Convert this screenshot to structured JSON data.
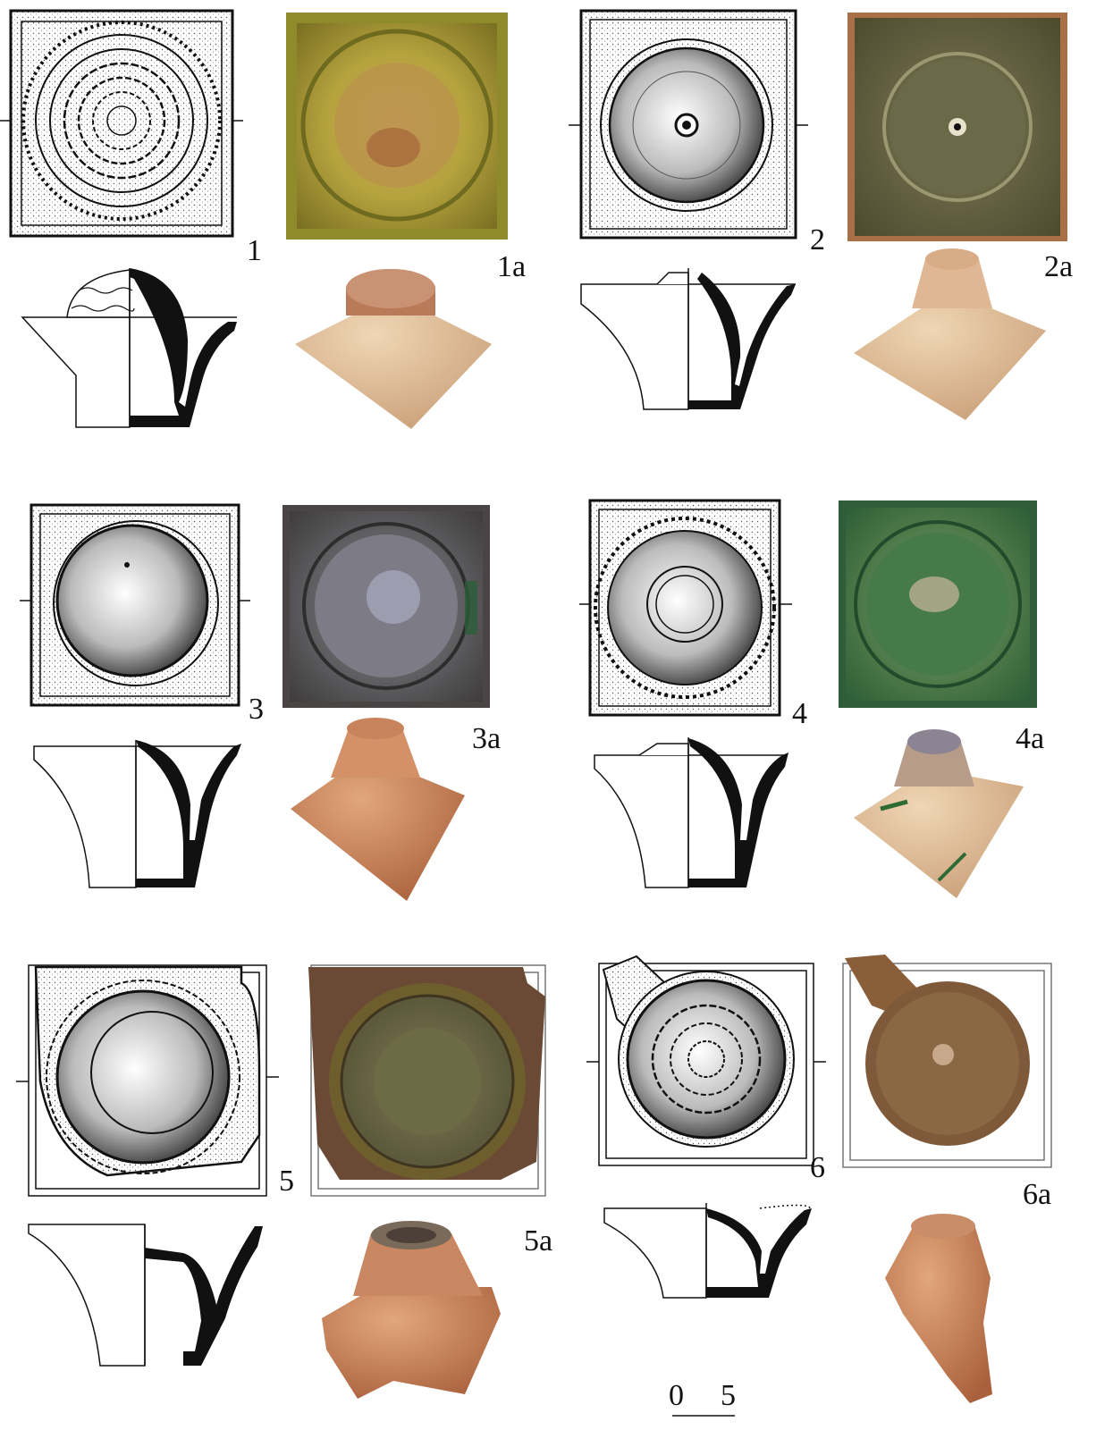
{
  "figure": {
    "labels": [
      "1",
      "1a",
      "2",
      "2a",
      "3",
      "3a",
      "4",
      "4a",
      "5",
      "5a",
      "6",
      "6a"
    ],
    "scale": {
      "start": "0",
      "end": "5"
    }
  },
  "colors": {
    "ink": "#111111",
    "glaze_yellow": "#a89a3a",
    "glaze_olive": "#6f6a45",
    "glaze_dark": "#5b5a5a",
    "glaze_green": "#3f7a4a",
    "terracotta": "#c27a55",
    "buff": "#d6b08e"
  }
}
